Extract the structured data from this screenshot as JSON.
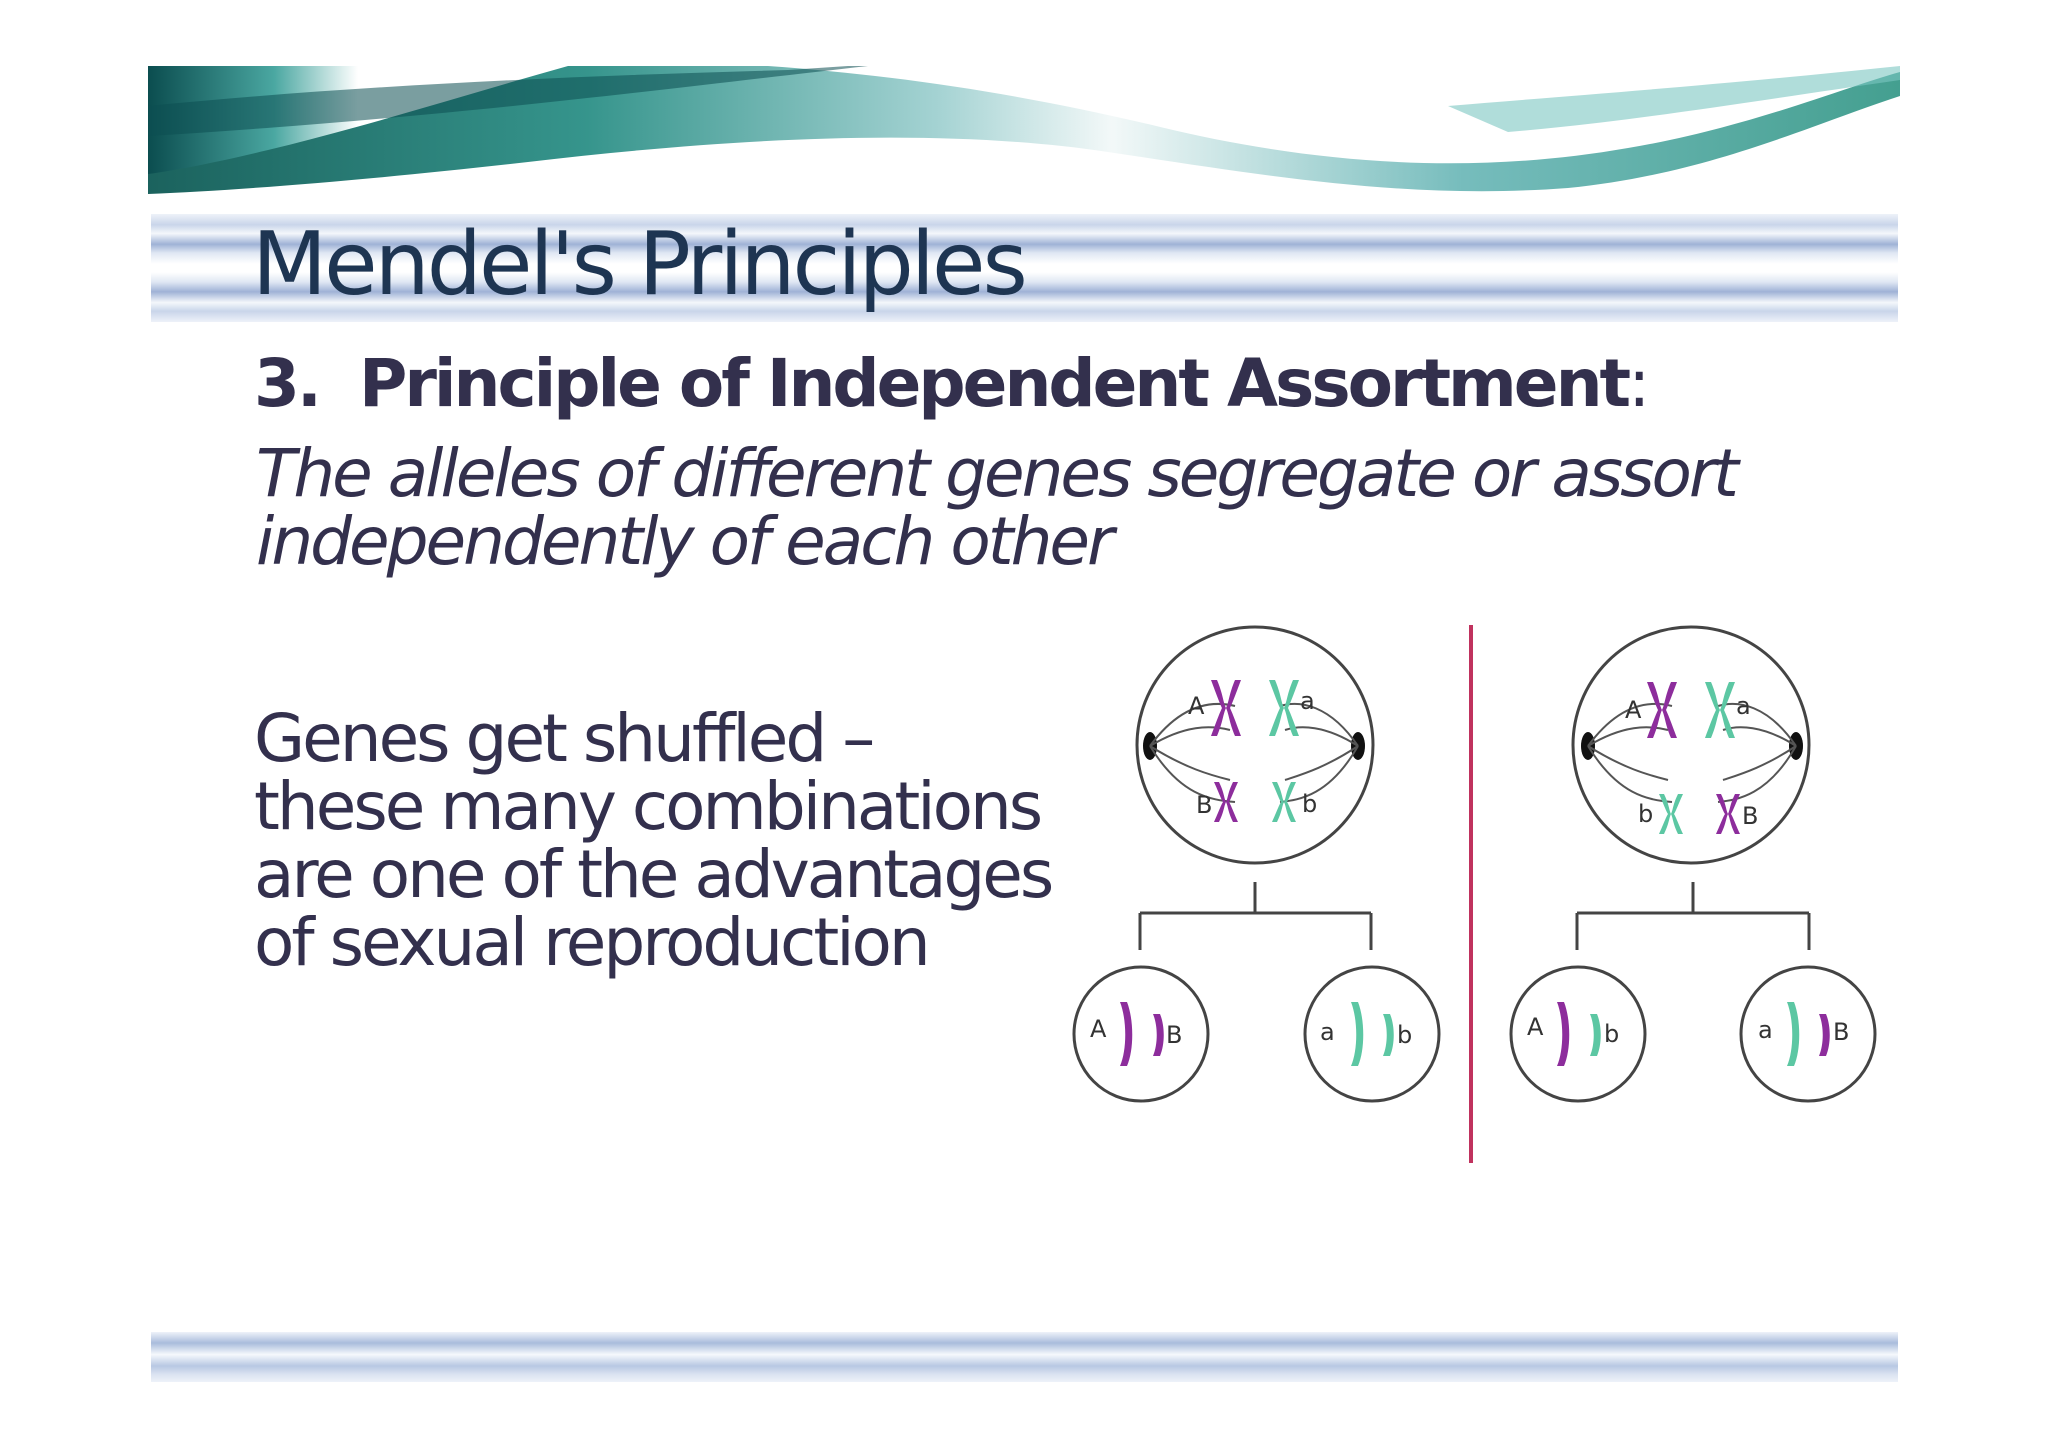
{
  "slide": {
    "title": "Mendel's  Principles",
    "subheading": {
      "number": "3.",
      "text": "Principle of Independent Assortment",
      "suffix": ":"
    },
    "principle_lines": [
      "The alleles of different genes segregate or assort",
      "independently of each other"
    ],
    "body_lines": [
      "Genes get shuffled –",
      "these many combinations",
      "are one of the advantages",
      "of sexual reproduction"
    ]
  },
  "diagram": {
    "colors": {
      "purple_chromosome": "#8d2d9c",
      "green_chromosome": "#5cc7a3",
      "divider": "#c0325e",
      "outline": "#444444"
    },
    "left_cell": {
      "top_labels": [
        "A",
        "a"
      ],
      "bottom_labels": [
        "B",
        "b"
      ],
      "daughters": [
        {
          "labels": [
            "A",
            "B"
          ]
        },
        {
          "labels": [
            "a",
            "b"
          ]
        }
      ]
    },
    "right_cell": {
      "top_labels": [
        "A",
        "a"
      ],
      "bottom_labels": [
        "b",
        "B"
      ],
      "daughters": [
        {
          "labels": [
            "A",
            "b"
          ]
        },
        {
          "labels": [
            "a",
            "B"
          ]
        }
      ]
    }
  }
}
